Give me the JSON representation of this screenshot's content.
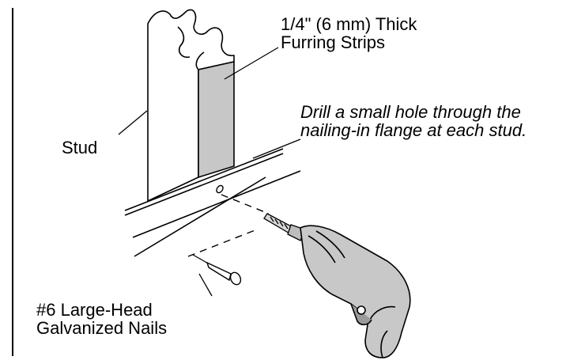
{
  "labels": {
    "furring_strips": "1/4\" (6 mm) Thick\nFurring Strips",
    "drill_instruction": "Drill a small hole through the\nnailing-in flange at each stud.",
    "stud": "Stud",
    "nails": "#6 Large-Head\nGalvanized Nails"
  },
  "colors": {
    "line": "#000000",
    "furring_strip_fill": "#c7c7c7",
    "drill_body": "#c8c8c8",
    "drill_shadow": "#9a9a9a",
    "background": "#ffffff"
  }
}
